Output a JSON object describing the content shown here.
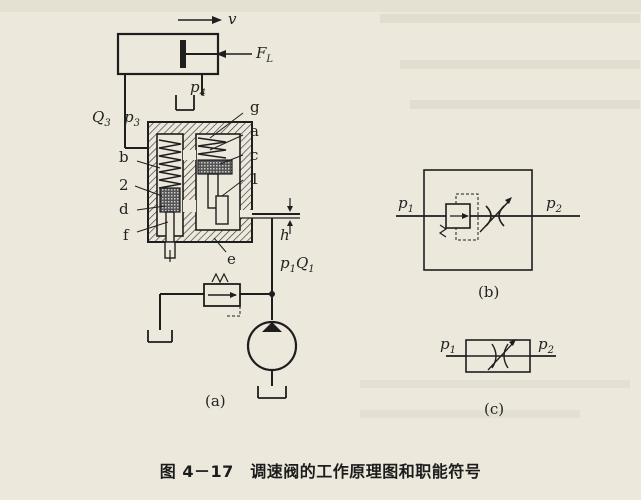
{
  "labels": {
    "v": "v",
    "FL": "F",
    "FL_sub": "L",
    "p4": "p",
    "p4_sub": "4",
    "Q3": "Q",
    "Q3_sub": "3",
    "p3": "p",
    "p3_sub": "3",
    "g": "g",
    "a": "a",
    "c": "c",
    "b": "b",
    "num2": "2",
    "d": "d",
    "f": "f",
    "num1": "1",
    "e": "e",
    "h": "h",
    "p1Q1_p": "p",
    "p1Q1_p_sub": "1",
    "p1Q1_Q": "Q",
    "p1Q1_Q_sub": "1",
    "b_p1": "p",
    "b_p1_sub": "1",
    "b_p2": "p",
    "b_p2_sub": "2",
    "c_p1": "p",
    "c_p1_sub": "1",
    "c_p2": "p",
    "c_p2_sub": "2",
    "panel_a": "(a)",
    "panel_b": "(b)",
    "panel_c": "(c)"
  },
  "caption": "图 4－17　调速阀的工作原理图和职能符号"
}
